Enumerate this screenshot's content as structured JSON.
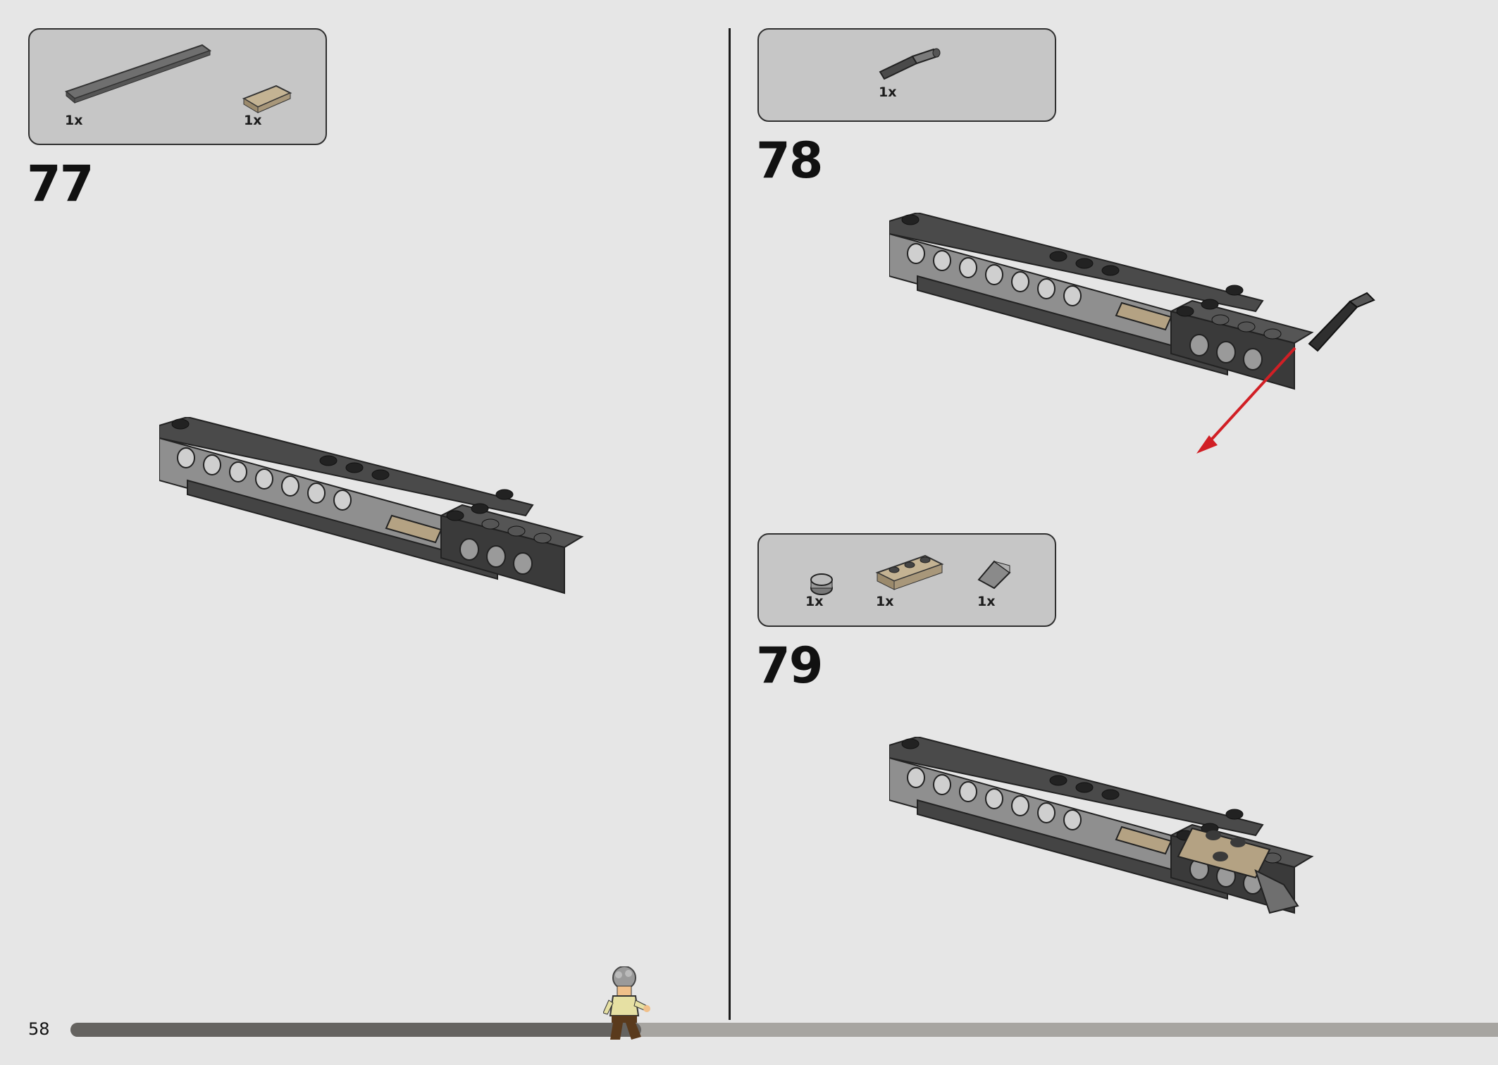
{
  "page": {
    "number": "58"
  },
  "progress": {
    "fraction": 0.4
  },
  "steps": [
    {
      "number": "77",
      "parts": [
        {
          "qty": "1x",
          "icon": "long-dark-grey-tile-icon"
        },
        {
          "qty": "1x",
          "icon": "tan-tile-icon"
        }
      ]
    },
    {
      "number": "78",
      "parts": [
        {
          "qty": "1x",
          "icon": "grey-pin-connector-icon"
        }
      ]
    },
    {
      "number": "79",
      "parts": [
        {
          "qty": "1x",
          "icon": "round-stud-icon"
        },
        {
          "qty": "1x",
          "icon": "tan-plate-1x3-icon"
        },
        {
          "qty": "1x",
          "icon": "slope-icon"
        }
      ]
    }
  ],
  "colors": {
    "background": "#e6e6e6",
    "parts_box": "#c6c6c6",
    "dark_grey_brick": "#5a5a5a",
    "tan": "#b4a283",
    "arrow": "#d11f25",
    "progress_done": "#656360",
    "progress_remaining": "#a7a5a1"
  }
}
